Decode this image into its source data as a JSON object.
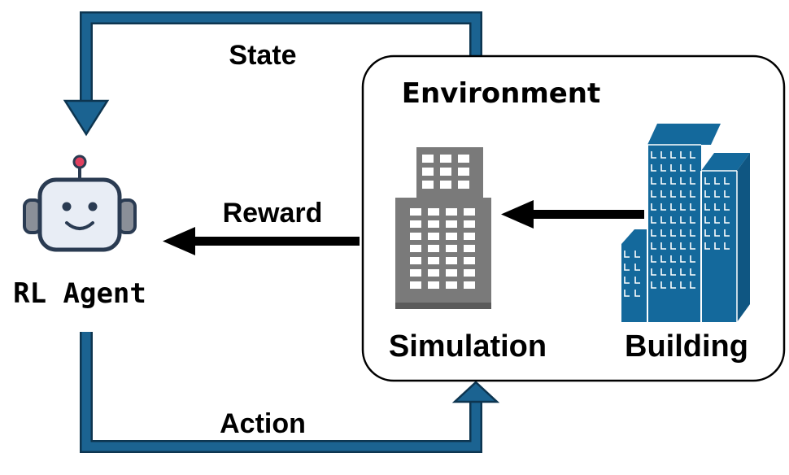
{
  "labels": {
    "state": "State",
    "reward": "Reward",
    "action": "Action",
    "agent": "RL Agent",
    "environment": "Environment",
    "simulation": "Simulation",
    "building": "Building"
  },
  "colors": {
    "flow_arrow": "#1b6391",
    "flow_outline": "#0d3550",
    "building": "#14699c",
    "building_lines": "#ffffff",
    "simulation_tower": "#7a7a7a",
    "simulation_base": "#5a5a5a",
    "robot_face": "#e8edf5",
    "robot_outline": "#2a3b52",
    "robot_ears": "#8a8f98",
    "robot_antenna_tip": "#e0405f"
  },
  "icons": [
    "robot-icon",
    "simulation-tower-icon",
    "building-icon"
  ]
}
